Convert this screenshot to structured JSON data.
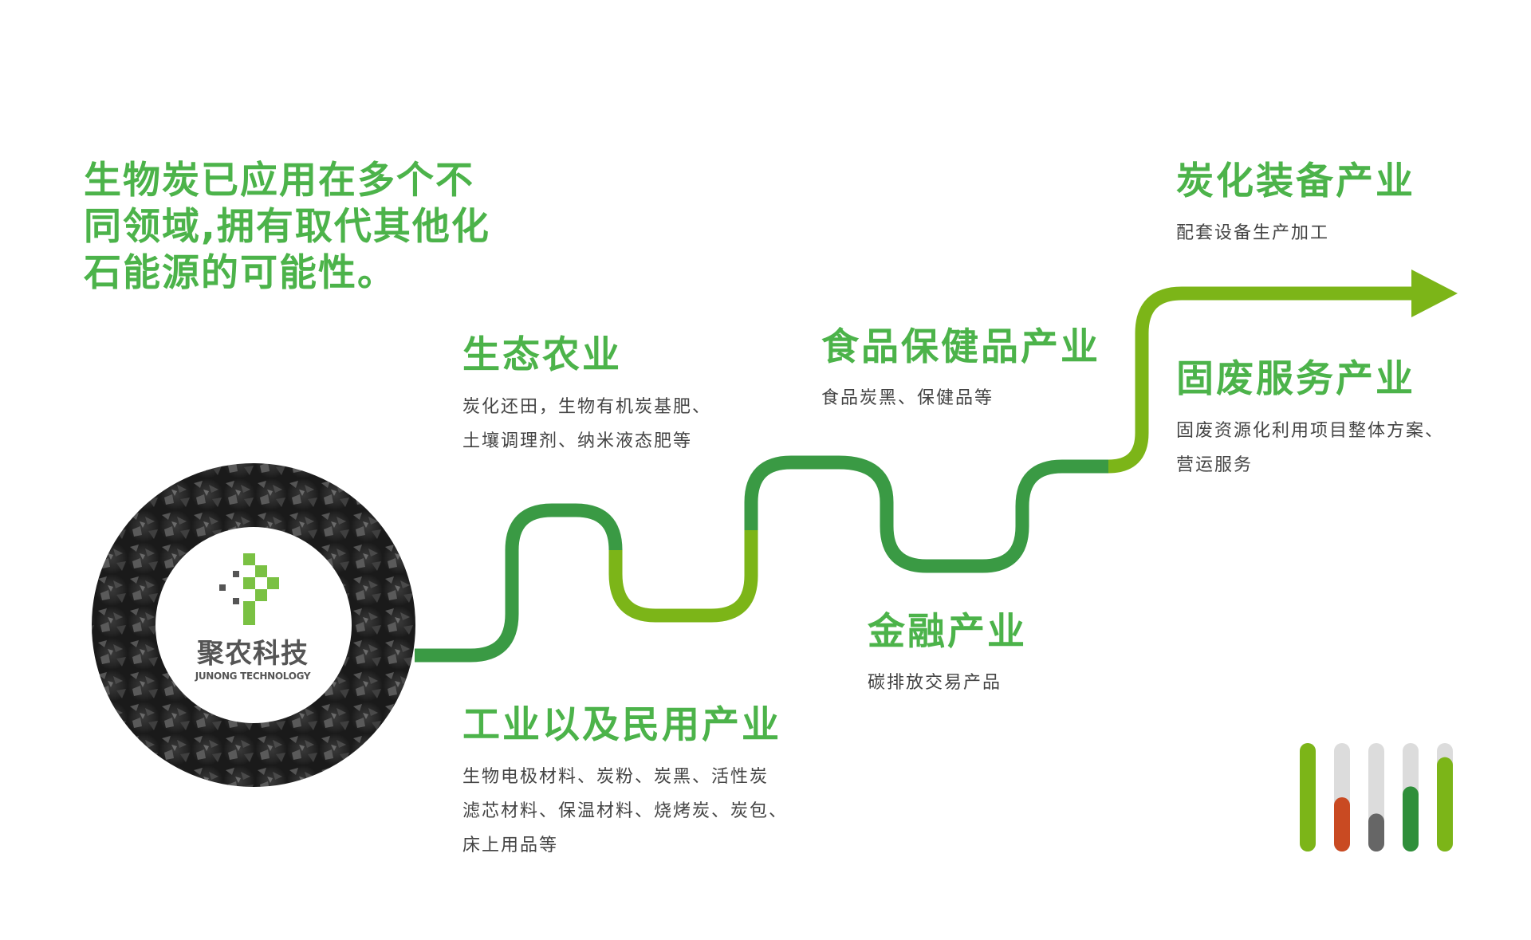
{
  "headline": "生物炭已应用在多个不同领域,拥有取代其他化石能源的可能性。",
  "logo": {
    "name_cn": "聚农科技",
    "name_en": "JUNONG TECHNOLOGY"
  },
  "sectors": [
    {
      "id": "eco-agriculture",
      "title": "生态农业",
      "desc": [
        "炭化还田，生物有机炭基肥、",
        "土壤调理剂、纳米液态肥等"
      ]
    },
    {
      "id": "industrial-civil",
      "title": "工业以及民用产业",
      "desc": [
        "生物电极材料、炭粉、炭黑、活性炭",
        "滤芯材料、保温材料、烧烤炭、炭包、",
        "床上用品等"
      ]
    },
    {
      "id": "food-health",
      "title": "食品保健品产业",
      "desc": [
        "食品炭黑、保健品等"
      ]
    },
    {
      "id": "finance",
      "title": "金融产业",
      "desc": [
        "碳排放交易产品"
      ]
    },
    {
      "id": "carbonization-equipment",
      "title": "炭化装备产业",
      "desc": [
        "配套设备生产加工"
      ]
    },
    {
      "id": "solid-waste",
      "title": "固废服务产业",
      "desc": [
        "固废资源化利用项目整体方案、",
        "营运服务"
      ]
    }
  ],
  "colors": {
    "green_dark": "#3a9a44",
    "green_light": "#7cb518",
    "headline_green": "#4cb34a",
    "text_gray": "#444444",
    "bar_track": "#dcdcdc",
    "bar_red": "#c94a22",
    "bar_gray": "#666666"
  },
  "bars": [
    {
      "fill": 1.0,
      "color": "#7cb518"
    },
    {
      "fill": 0.5,
      "color": "#c94a22"
    },
    {
      "fill": 0.35,
      "color": "#666666"
    },
    {
      "fill": 0.6,
      "color": "#2f8f3a"
    },
    {
      "fill": 0.87,
      "color": "#7cb518"
    }
  ]
}
